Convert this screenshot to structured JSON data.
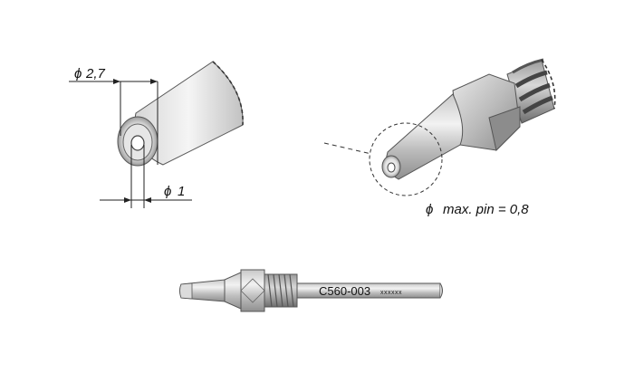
{
  "dimensions": {
    "outer_diameter": "2,7",
    "inner_diameter": "1",
    "max_pin": "max. pin = 0,8"
  },
  "part": {
    "number": "C560-003",
    "marking": "xxxxxx"
  },
  "symbols": {
    "diameter": "ϕ"
  }
}
